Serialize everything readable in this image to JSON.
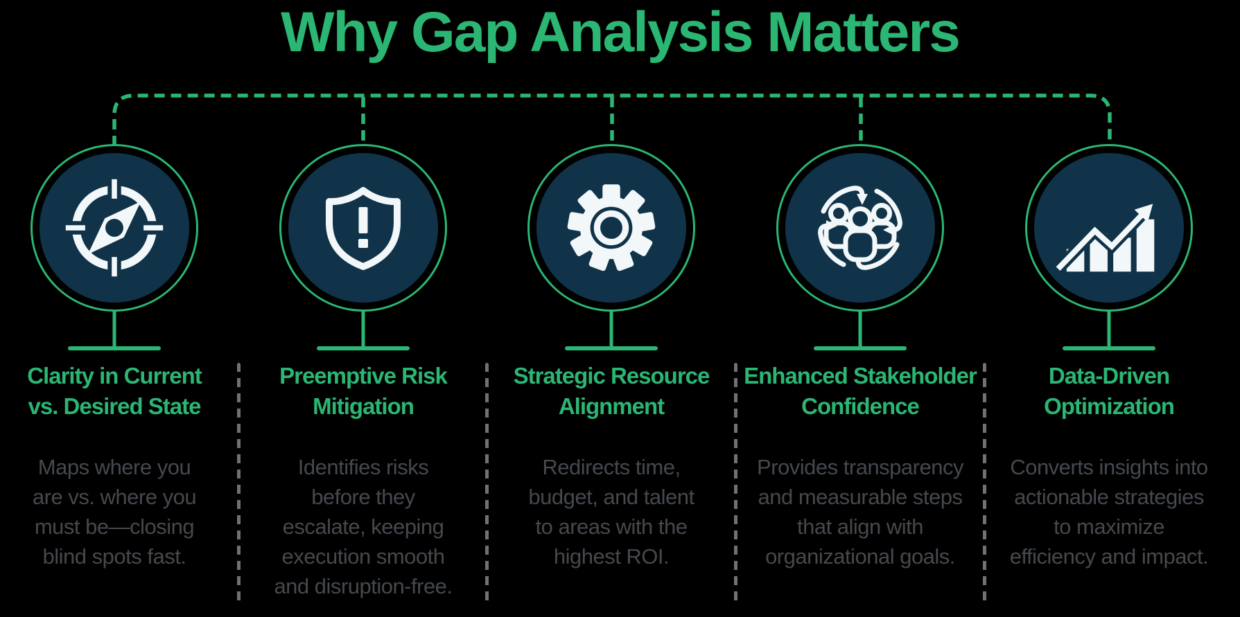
{
  "title": "Why Gap Analysis Matters",
  "colors": {
    "accent_green": "#2BB673",
    "circle_navy": "#103349",
    "icon_white": "#F2F7F9",
    "heading_green": "#2BB673",
    "description_gray": "#45494E",
    "divider_gray": "#6F7174",
    "background": "#000000"
  },
  "columns": [
    {
      "icon": "compass-icon",
      "heading": "Clarity in Current\nvs. Desired State",
      "description": "Maps where you\nare vs. where you\nmust be—closing\nblind spots fast."
    },
    {
      "icon": "shield-alert-icon",
      "heading": "Preemptive Risk\nMitigation",
      "description": "Identifies risks\nbefore they\nescalate, keeping\nexecution smooth\nand disruption-free."
    },
    {
      "icon": "gear-icon",
      "heading": "Strategic Resource\nAlignment",
      "description": "Redirects time,\nbudget, and talent\nto areas with the\nhighest ROI."
    },
    {
      "icon": "stakeholder-cycle-icon",
      "heading": "Enhanced Stakeholder\nConfidence",
      "description": "Provides transparency\nand measurable steps\nthat align with\norganizational goals."
    },
    {
      "icon": "growth-chart-icon",
      "heading": "Data-Driven\nOptimization",
      "description": "Converts insights into\nactionable strategies\nto maximize\nefficiency and impact."
    }
  ]
}
